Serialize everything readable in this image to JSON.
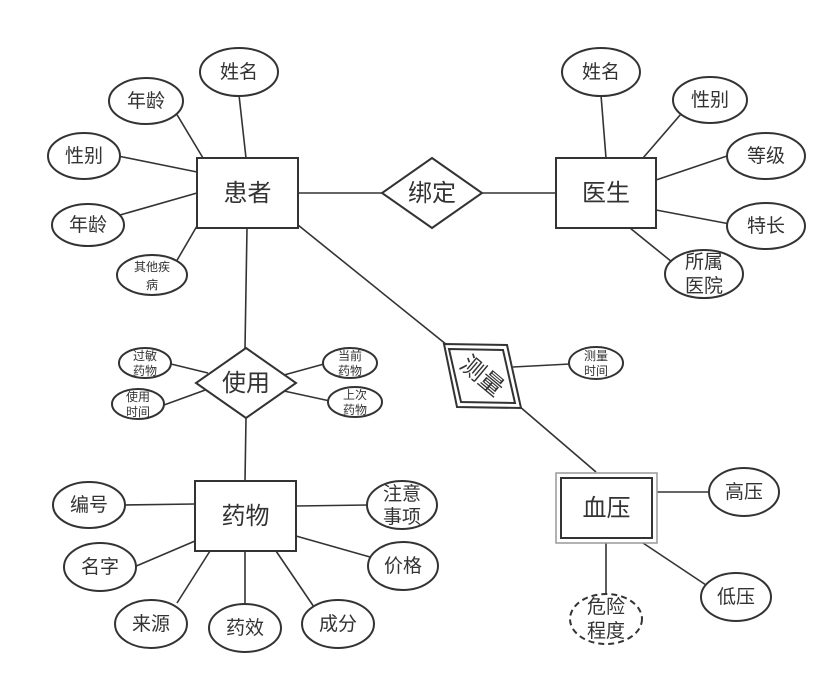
{
  "entities": {
    "patient": "患者",
    "doctor": "医生",
    "medicine": "药物",
    "blood_pressure": "血压"
  },
  "relationships": {
    "bind": "绑定",
    "use": "使用",
    "measure": "测量"
  },
  "patient_attrs": {
    "name": "姓名",
    "age_1": "年龄",
    "gender": "性别",
    "age_2": "年龄",
    "other_disease_l1": "其他疾",
    "other_disease_l2": "病"
  },
  "doctor_attrs": {
    "name": "姓名",
    "gender": "性别",
    "level": "等级",
    "specialty": "特长",
    "hospital_l1": "所属",
    "hospital_l2": "医院"
  },
  "use_attrs": {
    "allergy_l1": "过敏",
    "allergy_l2": "药物",
    "use_time_l1": "使用",
    "use_time_l2": "时间",
    "current_l1": "当前",
    "current_l2": "药物",
    "last_l1": "上次",
    "last_l2": "药物"
  },
  "measure_attrs": {
    "time_l1": "测量",
    "time_l2": "时间"
  },
  "medicine_attrs": {
    "id": "编号",
    "name": "名字",
    "source": "来源",
    "effect": "药效",
    "ingredient": "成分",
    "price": "价格",
    "notes_l1": "注意",
    "notes_l2": "事项"
  },
  "bp_attrs": {
    "high": "高压",
    "low": "低压",
    "risk_l1": "危险",
    "risk_l2": "程度"
  }
}
